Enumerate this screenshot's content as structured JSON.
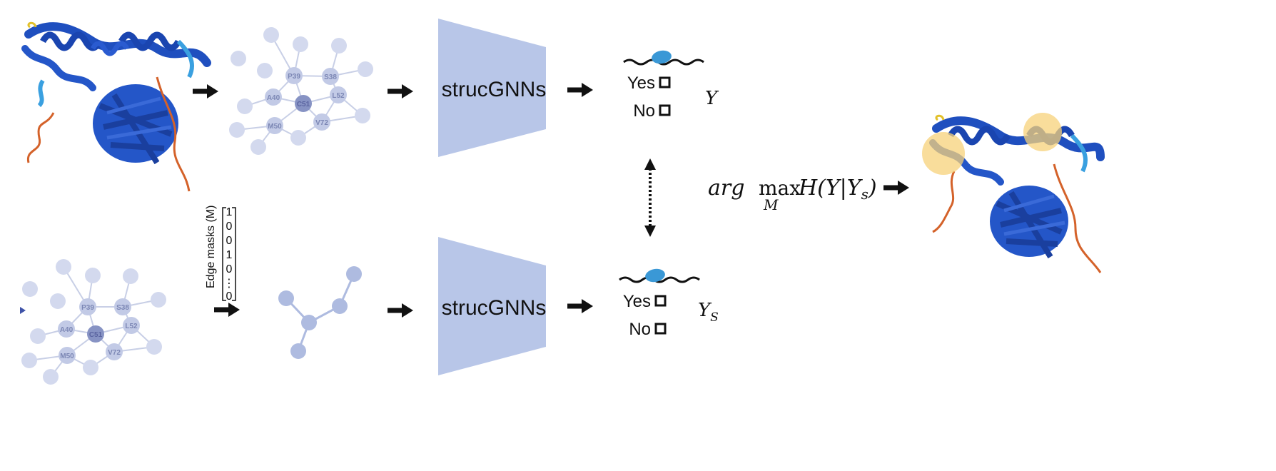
{
  "graph_nodes": {
    "p39": "P39",
    "s38": "S38",
    "a40": "A40",
    "c51": "C51",
    "l52": "L52",
    "m50": "M50",
    "v72": "V72"
  },
  "model": {
    "top_label": "strucGNNs",
    "bottom_label": "strucGNNs"
  },
  "top_output": {
    "yes": "Yes",
    "no": "No",
    "symbol": "Y"
  },
  "bottom_output": {
    "yes": "Yes",
    "no": "No",
    "symbol": "Y",
    "subscript": "S"
  },
  "edge_mask": {
    "label": "Edge masks (M)",
    "values": [
      "1",
      "0",
      "0",
      "1",
      "0",
      "⋮",
      "0"
    ]
  },
  "objective": {
    "arg": "arg",
    "max": "max",
    "max_sub": "M",
    "expr_head": "H(Y|Y",
    "expr_sub": "s",
    "expr_tail": ")"
  },
  "colors": {
    "protein_blue": "#1f4fbf",
    "protein_light": "#3aa0e0",
    "protein_orange": "#d4622a",
    "graph_node": "#c9d1ea",
    "graph_center": "#8793c4",
    "graph_edge": "#c8cfe6",
    "gnn_fill": "#b8c6e8",
    "ligand_blue": "#3a98d6",
    "highlight_yellow": "#f7d27a"
  }
}
